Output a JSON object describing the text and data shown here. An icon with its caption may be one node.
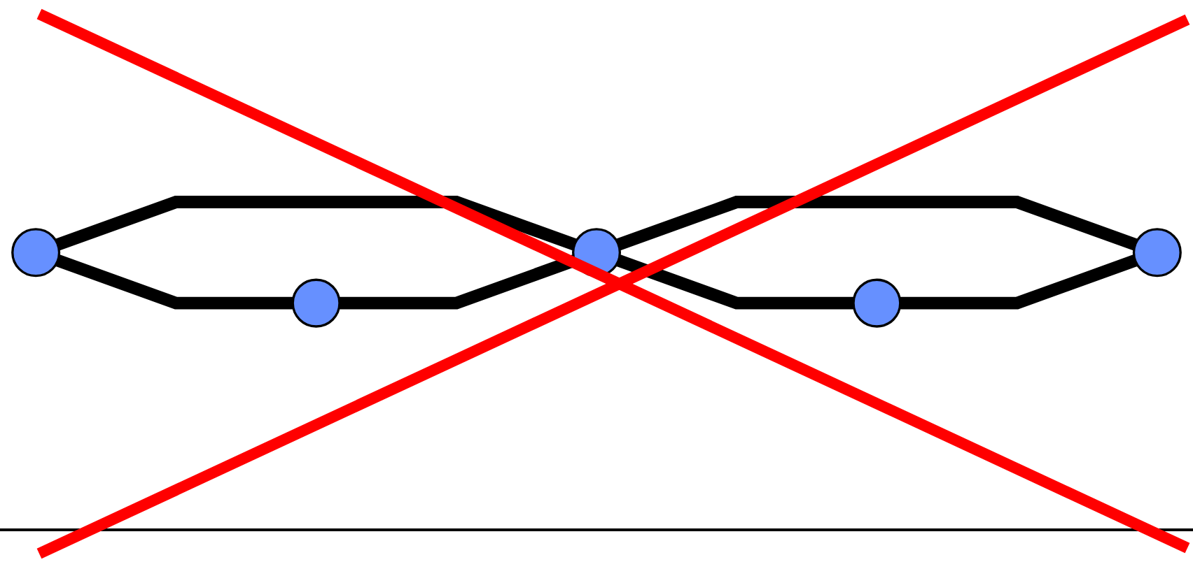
{
  "diagram": {
    "nodes": [
      {
        "text": [],
        "shape": "circle"
      },
      {
        "text": [],
        "shape": "circle"
      },
      {
        "text": [],
        "shape": "circle"
      },
      {
        "text": [],
        "shape": "circle"
      },
      {
        "text": [],
        "shape": "circle"
      }
    ],
    "edges": [
      {
        "from": 1,
        "to": 0,
        "arrow": "none"
      },
      {
        "from": 1,
        "to": 2,
        "arrow": "none"
      },
      {
        "from": 0,
        "to": 2,
        "arrow": "none"
      },
      {
        "from": 2,
        "to": 4,
        "arrow": "none"
      },
      {
        "from": 2,
        "to": 3,
        "arrow": "none"
      },
      {
        "from": 4,
        "to": 3,
        "arrow": "none"
      }
    ]
  }
}
